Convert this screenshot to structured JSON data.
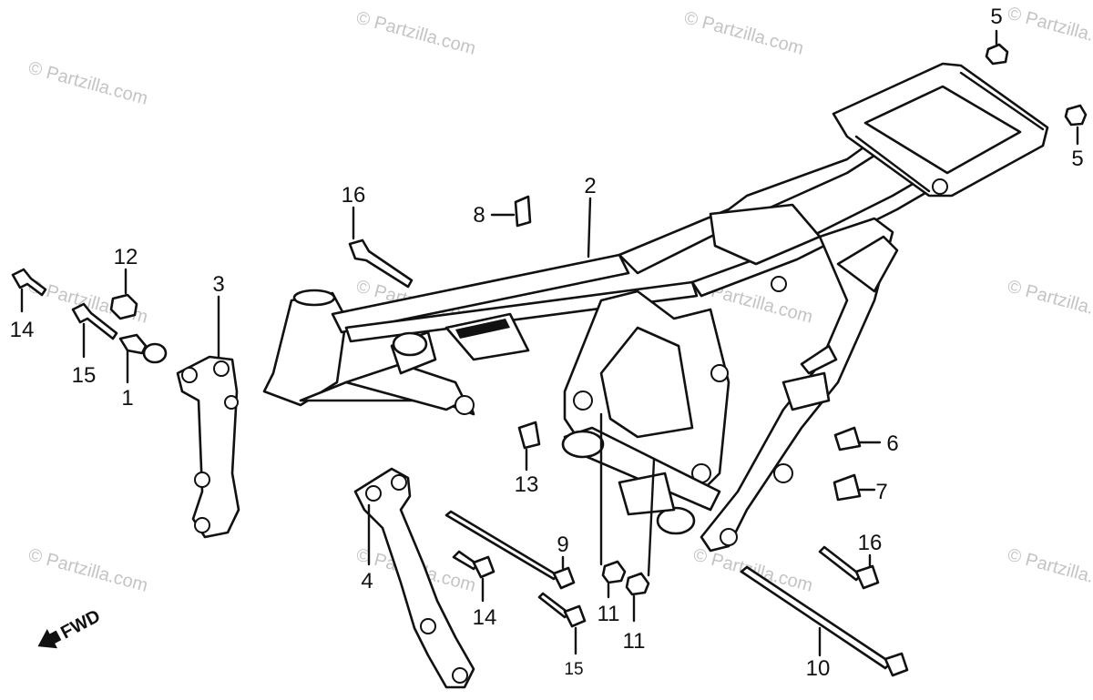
{
  "watermark": "© Partzilla.com",
  "direction_label": "FWD",
  "callouts": {
    "c1": "1",
    "c2": "2",
    "c3": "3",
    "c4": "4",
    "c5a": "5",
    "c5b": "5",
    "c6": "6",
    "c7": "7",
    "c8": "8",
    "c9": "9",
    "c10": "10",
    "c11a": "11",
    "c11b": "11",
    "c12": "12",
    "c13": "13",
    "c14a": "14",
    "c14b": "14",
    "c15a": "15",
    "c15b": "15",
    "c16a": "16",
    "c16b": "16"
  },
  "colors": {
    "ink": "#111111",
    "watermark": "#c4c4c4",
    "background": "#ffffff"
  },
  "icons": [
    "fwd-arrow-icon"
  ]
}
